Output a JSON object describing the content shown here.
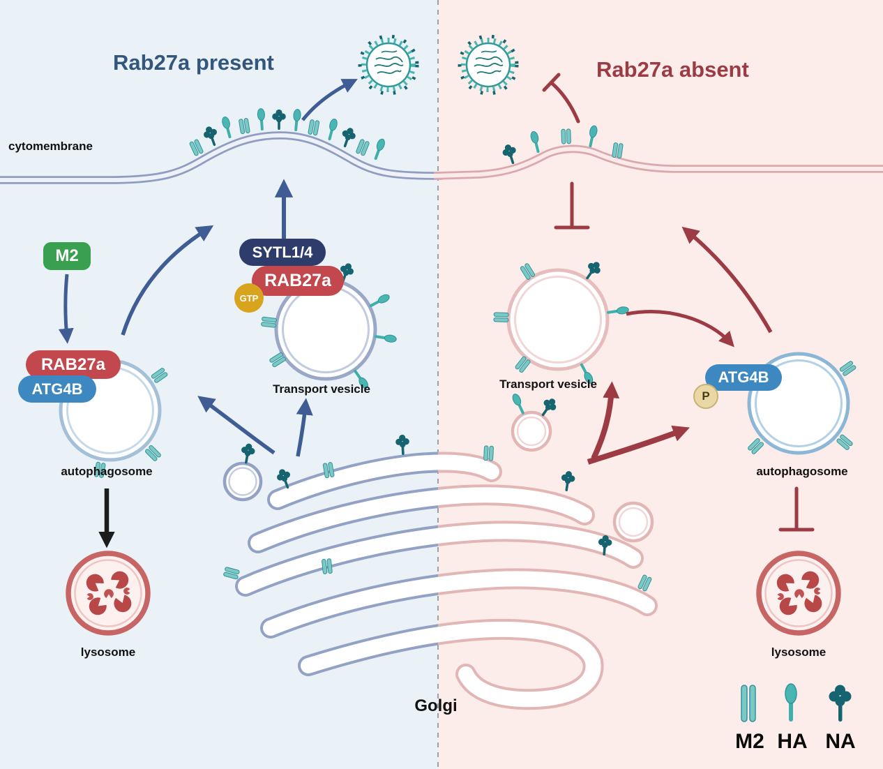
{
  "left": {
    "title": "Rab27a present",
    "cytomembrane": "cytomembrane",
    "badges": {
      "m2": "M2",
      "rab27a": "RAB27a",
      "atg4b": "ATG4B",
      "sytl": "SYTL1/4",
      "rab27a_vesicle": "RAB27a",
      "gtp": "GTP"
    },
    "labels": {
      "transport_vesicle": "Transport vesicle",
      "autophagosome": "autophagosome",
      "lysosome": "lysosome"
    }
  },
  "right": {
    "title": "Rab27a absent",
    "badges": {
      "atg4b": "ATG4B",
      "p": "P"
    },
    "labels": {
      "transport_vesicle": "Transport vesicle",
      "autophagosome": "autophagosome",
      "lysosome": "lysosome"
    }
  },
  "golgi": {
    "label": "Golgi"
  },
  "legend": {
    "m2": "M2",
    "ha": "HA",
    "na": "NA"
  },
  "colors": {
    "left_bg": "#eaf1f7",
    "right_bg": "#fcecea",
    "left_accent": "#33567d",
    "right_accent": "#9c3b43",
    "teal": "#3fafab",
    "dark_teal": "#15646f",
    "m2_green": "#3aa04f",
    "rab27a_red": "#c2484d",
    "atg4b_blue": "#3d88c0",
    "sytl_navy": "#2d3c6b",
    "gtp_gold": "#d8a41e",
    "lysosome_red": "#c66564"
  }
}
